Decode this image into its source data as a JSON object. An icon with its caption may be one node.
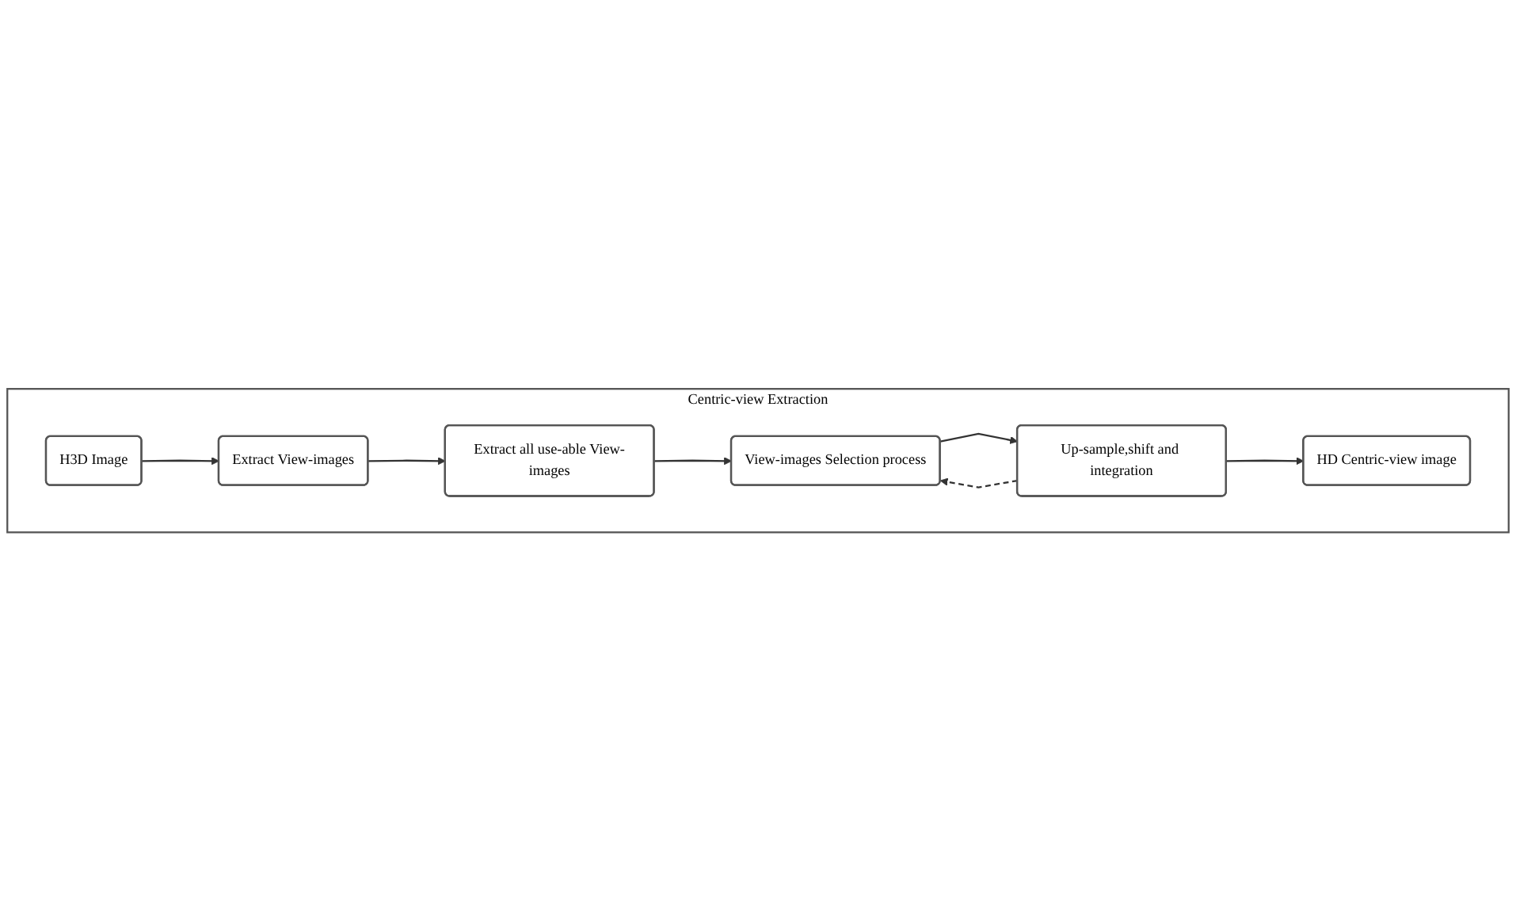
{
  "diagram": {
    "nodes": [
      {
        "text": [
          "Centric-view Extraction"
        ]
      },
      {
        "text": [
          "H3D Image"
        ],
        "in": 0
      },
      {
        "text": [
          "Extract View-images"
        ],
        "in": 0
      },
      {
        "text": [
          "Extract all use-able View-images"
        ],
        "in": 0
      },
      {
        "text": [
          "View-images Selection process"
        ],
        "in": 0
      },
      {
        "text": [
          "Up-sample,shift and integration"
        ],
        "in": 0
      },
      {
        "text": [
          "HD Centric-view image"
        ],
        "in": 0
      }
    ],
    "edges": [
      {
        "from": 1,
        "to": 2,
        "arrow": "to"
      },
      {
        "from": 2,
        "to": 3,
        "arrow": "to"
      },
      {
        "from": 3,
        "to": 4,
        "arrow": "to"
      },
      {
        "from": 4,
        "to": 5,
        "arrow": "to"
      },
      {
        "from": 5,
        "to": 6,
        "arrow": "to"
      },
      {
        "from": 5,
        "to": 4,
        "arrow": "to",
        "style": "dashed"
      }
    ]
  }
}
